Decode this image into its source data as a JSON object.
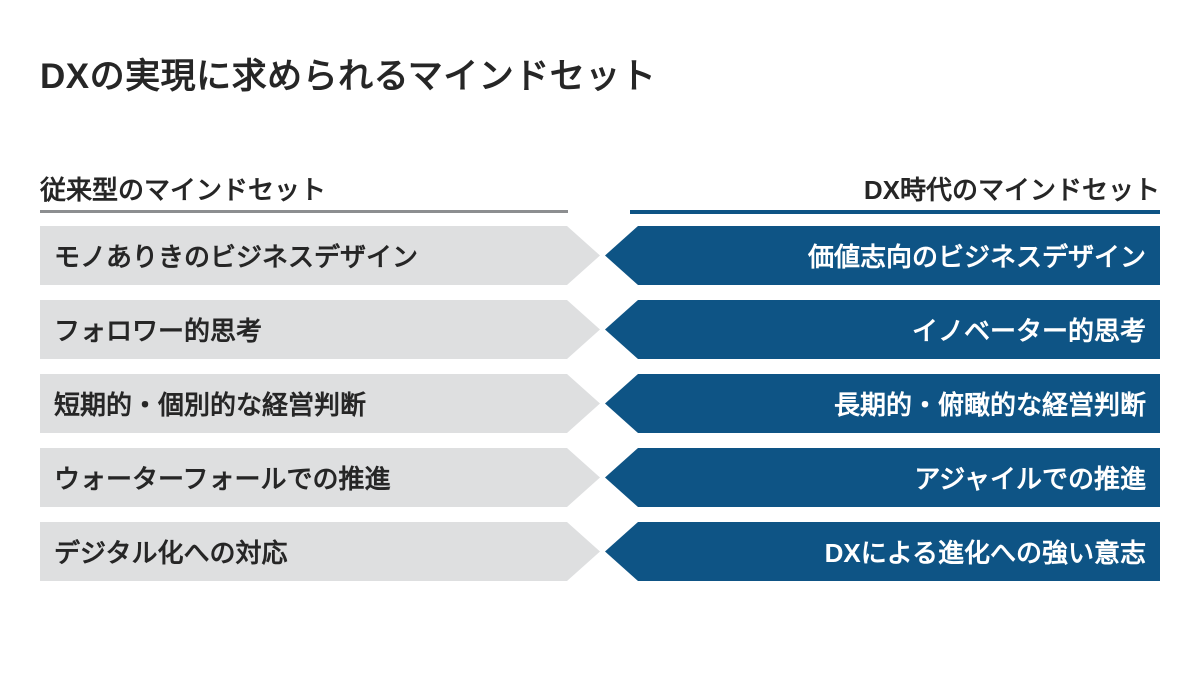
{
  "title": "DXの実現に求められるマインドセット",
  "columns": {
    "left_header": "従来型のマインドセット",
    "right_header": "DX時代のマインドセット"
  },
  "rows": [
    {
      "left": "モノありきのビジネスデザイン",
      "right": "価値志向のビジネスデザイン"
    },
    {
      "left": "フォロワー的思考",
      "right": "イノベーター的思考"
    },
    {
      "left": "短期的・個別的な経営判断",
      "right": "長期的・俯瞰的な経営判断"
    },
    {
      "left": "ウォーターフォールでの推進",
      "right": "アジャイルでの推進"
    },
    {
      "left": "デジタル化への対応",
      "right": "DXによる進化への強い意志"
    }
  ],
  "colors": {
    "traditional_arrow_bg": "#dedfe0",
    "dx_arrow_bg": "#0e5485",
    "left_underline": "#8c8e90",
    "right_underline": "#0e5485",
    "text_dark": "#262626",
    "text_light": "#ffffff"
  }
}
